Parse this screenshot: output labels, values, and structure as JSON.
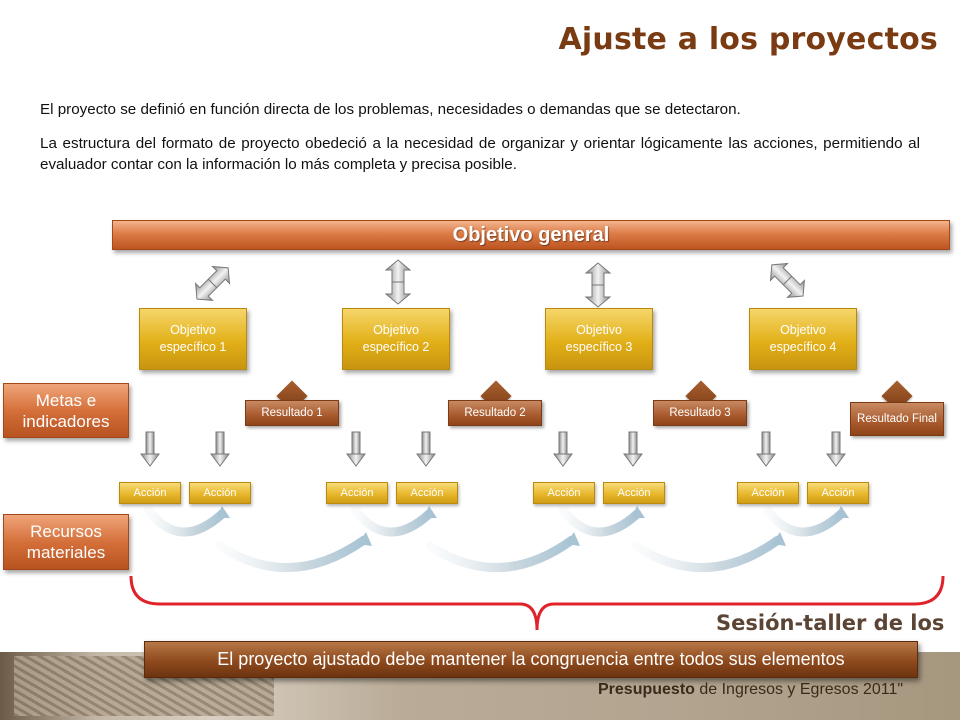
{
  "header": {
    "title": "Ajuste a los proyectos"
  },
  "body": {
    "p1": "El proyecto se definió en función directa de los problemas, necesidades o demandas que se detectaron.",
    "p2": "La estructura del formato de proyecto obedeció a la necesidad de organizar y orientar lógicamente las acciones, permitiendo al evaluador contar con la información lo más completa y precisa posible."
  },
  "diagram": {
    "general": "Objetivo general",
    "objectives": [
      "Objetivo específico 1",
      "Objetivo específico 2",
      "Objetivo específico 3",
      "Objetivo específico 4"
    ],
    "results": [
      "Resultado 1",
      "Resultado 2",
      "Resultado 3",
      "Resultado Final"
    ],
    "actions": [
      "Acción",
      "Acción",
      "Acción",
      "Acción",
      "Acción",
      "Acción",
      "Acción",
      "Acción"
    ],
    "side_labels": [
      "Metas e indicadores",
      "Recursos materiales"
    ],
    "colors": {
      "accent": "#d5703b",
      "objective": "#e2b018",
      "result": "#a85a2d",
      "brace": "#e0232a"
    }
  },
  "footer": {
    "sesion": "Sesión-taller de los",
    "banner": "El proyecto ajustado debe mantener la congruencia entre todos sus elementos",
    "presupuesto_bold": "Presupuesto",
    "presupuesto_rest": " de Ingresos y Egresos 2011\""
  }
}
